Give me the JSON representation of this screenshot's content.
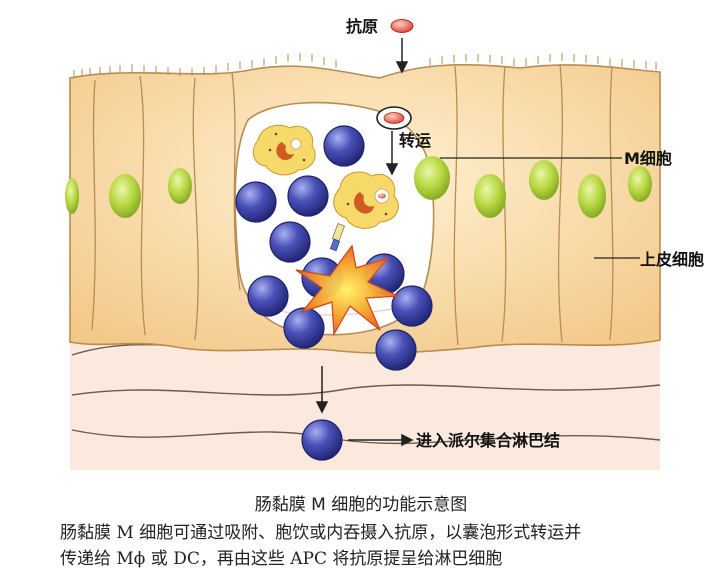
{
  "labels": {
    "antigen": "抗原",
    "transport": "转运",
    "m_cell": "M细胞",
    "epithelial_cell": "上皮细胞",
    "enter": "进入派尔集合淋巴结"
  },
  "caption": {
    "title": "肠黏膜 M 细胞的功能示意图",
    "line1": "肠黏膜 M 细胞可通过吸附、胞饮或内吞摄入抗原，以囊泡形式转运并",
    "line2": "传递给 Mϕ 或 DC，再由这些 APC 将抗原提呈给淋巴细胞"
  },
  "colors": {
    "cell_fill": "#f8d9a2",
    "cell_edge": "#b98c52",
    "tissue_fill": "#fbe9de",
    "nucleus": "#a7cd38",
    "lymphocyte": "#3a3f9a",
    "dc": "#f07e1f",
    "macrophage": "#f7d96a",
    "antigen": "#e8584a"
  }
}
